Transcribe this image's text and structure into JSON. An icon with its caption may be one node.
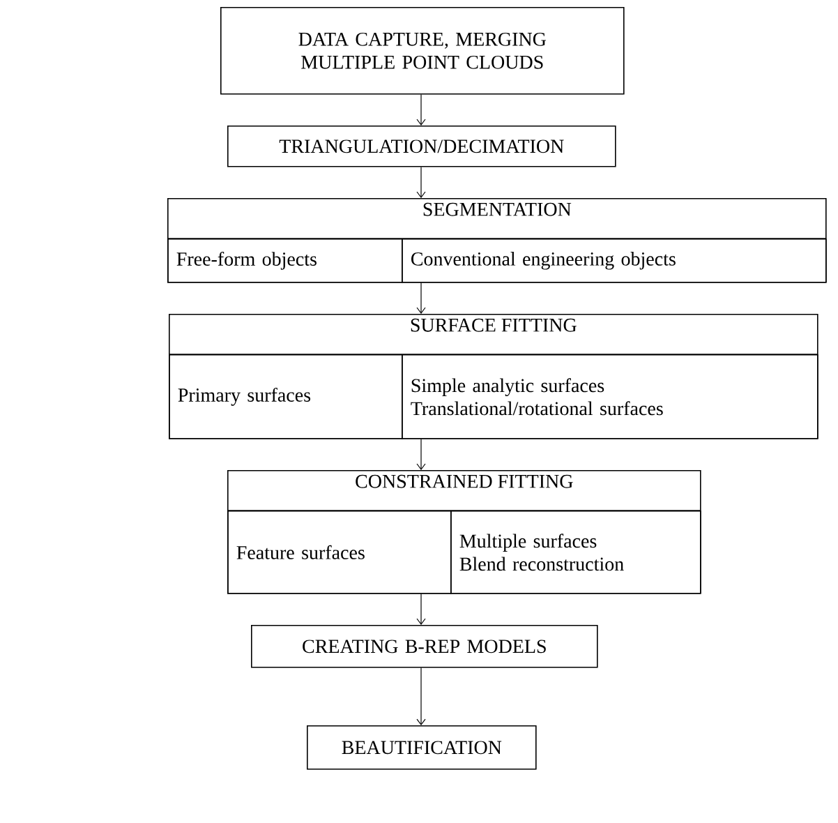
{
  "diagram": {
    "nodes": [
      {
        "text": [
          "DATA CAPTURE, MERGING MULTIPLE POINT CLOUDS"
        ]
      },
      {
        "text": [
          "TRIANGULATION/DECIMATION"
        ]
      },
      {
        "text": [
          "SEGMENTATION"
        ]
      },
      {
        "text": [
          "Free-form objects"
        ],
        "in": 2
      },
      {
        "text": [
          "Conventional engineering objects"
        ],
        "in": 2
      },
      {
        "text": [
          "SURFACE FITTING"
        ]
      },
      {
        "text": [
          "Primary surfaces"
        ],
        "in": 5
      },
      {
        "text": [
          "Simple analytic surfaces",
          "Translational/rotational surfaces"
        ],
        "in": 5
      },
      {
        "text": [
          "CONSTRAINED FITTING"
        ]
      },
      {
        "text": [
          "Feature surfaces"
        ],
        "in": 8
      },
      {
        "text": [
          "Multiple surfaces",
          "Blend reconstruction"
        ],
        "in": 8
      },
      {
        "text": [
          "CREATING B-REP MODELS"
        ]
      },
      {
        "text": [
          "BEAUTIFICATION"
        ]
      }
    ],
    "edges": [
      {
        "from": 0,
        "to": 1,
        "arrow": "to"
      },
      {
        "from": 1,
        "to": 2,
        "arrow": "to"
      },
      {
        "from": 2,
        "to": 5,
        "arrow": "to"
      },
      {
        "from": 5,
        "to": 8,
        "arrow": "to"
      },
      {
        "from": 8,
        "to": 11,
        "arrow": "to"
      },
      {
        "from": 11,
        "to": 12,
        "arrow": "to"
      }
    ]
  }
}
